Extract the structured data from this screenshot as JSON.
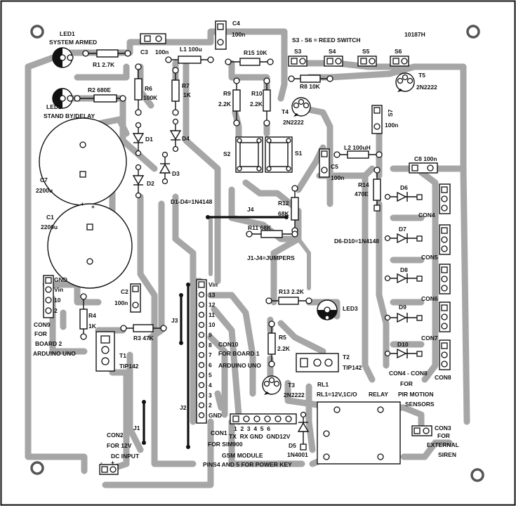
{
  "board_id": "10187H",
  "labels": {
    "led1": "LED1",
    "system_armed": "SYSTEM ARMED",
    "led2": "LED2",
    "standby_delay": "STAND BY/DELAY",
    "r1": "R1 2.7K",
    "r2": "R2 680E",
    "c3": "C3",
    "c3_val": "100n",
    "l1": "L1 100u",
    "c4": "C4",
    "c4_val": "100n",
    "reed_note": "S3 - S6 = REED SWITCH",
    "r15": "R15 10K",
    "s3": "S3",
    "s4": "S4",
    "s5": "S5",
    "s6": "S6",
    "r6": "R6",
    "r6_val": "100K",
    "r7": "R7",
    "r7_val": "1K",
    "r8": "R8 10K",
    "r9": "R9",
    "r9_val": "2.2K",
    "r10": "R10",
    "r10_val": "2.2K",
    "t5": "T5",
    "t5_val": "2N2222",
    "t4": "T4",
    "t4_val": "2N2222",
    "s7": "S7",
    "s7_val": "100n",
    "d1": "D1",
    "d2": "D2",
    "d3": "D3",
    "d4": "D4",
    "s2": "S2",
    "s1": "S1",
    "l2": "L2 100uH",
    "c8": "C8 100n",
    "c5": "C5",
    "c5_val": "100n",
    "c7": "C7",
    "c7_val": "2200u",
    "r14": "R14",
    "r14_val": "470E",
    "d6": "D6",
    "con4": "CON4",
    "r12": "R12",
    "r12_val": "68K",
    "diode_note": "D1-D4=1N4148",
    "j4": "J4",
    "c1": "C1",
    "c1_val": "2200u",
    "plus_a": "+",
    "plus_b": "+",
    "r11": "R11 68K",
    "d7": "D7",
    "d6_d10_note": "D6-D10=1N4148",
    "con5": "CON5",
    "jumper_note": "J1-J4=JUMPERS",
    "d8": "D8",
    "con6": "CON6",
    "gnd": "GND",
    "vin": "Vin",
    "pin10": "10",
    "pin2": "2",
    "con9": "CON9",
    "for": "FOR",
    "board2": "BOARD 2",
    "arduino_uno": "ARDUINO UNO",
    "c2": "C2",
    "c2_val": "100n",
    "r4": "R4",
    "r4_val": "1K",
    "r3": "R3 47K",
    "j3": "J3",
    "t1": "T1",
    "t1_val": "TIP142",
    "r13": "R13 2.2K",
    "led3": "LED3",
    "d9": "D9",
    "con7": "CON7",
    "r5": "R5",
    "r5_val": "2.2K",
    "con10": "CON10",
    "con10_desc": "FOR BOARD 1",
    "con10_desc2": "ARDUINO UNO",
    "t2": "T2",
    "t2_val": "TIP142",
    "d10": "D10",
    "con8": "CON8",
    "con4_8": "CON4 - CON8",
    "con4_8_for": "FOR",
    "pir": "PIR MOTION",
    "sensors": "SENSORS",
    "t3": "T3",
    "t3_val": "2N2222",
    "rl1": "RL1",
    "rl1_val": "RL1=12V,1C/O",
    "relay": "RELAY",
    "j2": "J2",
    "j1": "J1",
    "con2": "CON2",
    "for12v": "FOR 12V",
    "dcinput": "DC INPUT",
    "minus": "-",
    "plus": "+",
    "con1": "CON1",
    "con1_pins": "1  2  3  4  5  6",
    "con1_sigs": "TX  RX GND  GND12V",
    "for_sim": "FOR SIM900",
    "gsm": "GSM MODULE",
    "pins45": "PINS4 AND 5 FOR POWER KEY",
    "d5": "D5",
    "d5_val": "1N4001",
    "con3": "CON3",
    "con3_for": "FOR",
    "external": "EXTERNAL",
    "siren": "SIREN"
  },
  "arduino_pins": [
    "Vin",
    "13",
    "12",
    "11",
    "10",
    "9",
    "8",
    "7",
    "6",
    "5",
    "4",
    "3",
    "2",
    "GND"
  ]
}
